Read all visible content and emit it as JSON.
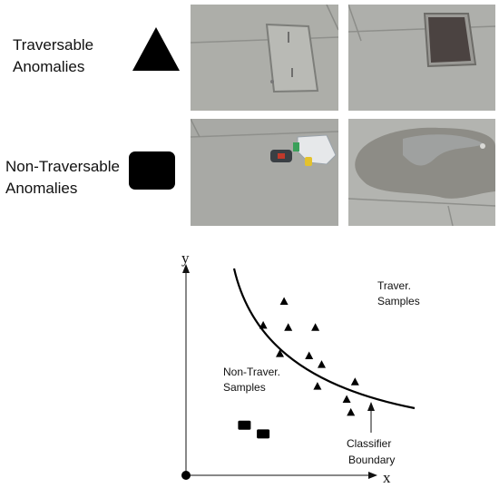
{
  "legend": {
    "traversable_label": "Traversable Anomalies",
    "non_traversable_label": "Non-Traversable Anomalies"
  },
  "photos": [
    {
      "subject": "manhole-cover-flush"
    },
    {
      "subject": "drain-grate-cover"
    },
    {
      "subject": "debris-plastic-bag-and-can"
    },
    {
      "subject": "puddle-wet-pavement"
    }
  ],
  "diagram": {
    "y_axis_label": "y",
    "x_axis_label": "x",
    "traversable_label_line1": "Traver.",
    "traversable_label_line2": "Samples",
    "non_traversable_label_line1": "Non-Traver.",
    "non_traversable_label_line2": "Samples",
    "boundary_label_line1": "Classifier",
    "boundary_label_line2": "Boundary"
  },
  "chart_data": {
    "type": "scatter",
    "series": [
      {
        "marker": "triangle",
        "points": [
          [
            0.47,
            0.8
          ],
          [
            0.37,
            0.69
          ],
          [
            0.49,
            0.68
          ],
          [
            0.62,
            0.68
          ],
          [
            0.45,
            0.56
          ],
          [
            0.59,
            0.55
          ],
          [
            0.65,
            0.51
          ],
          [
            0.81,
            0.43
          ],
          [
            0.63,
            0.41
          ],
          [
            0.77,
            0.35
          ],
          [
            0.79,
            0.29
          ]
        ]
      },
      {
        "marker": "square",
        "points": [
          [
            0.28,
            0.23
          ],
          [
            0.37,
            0.19
          ]
        ]
      }
    ],
    "boundary": "convex curve separating upper-right triangles from lower-left squares",
    "colors": {
      "markers": "#000000",
      "axes": "#000000"
    }
  }
}
